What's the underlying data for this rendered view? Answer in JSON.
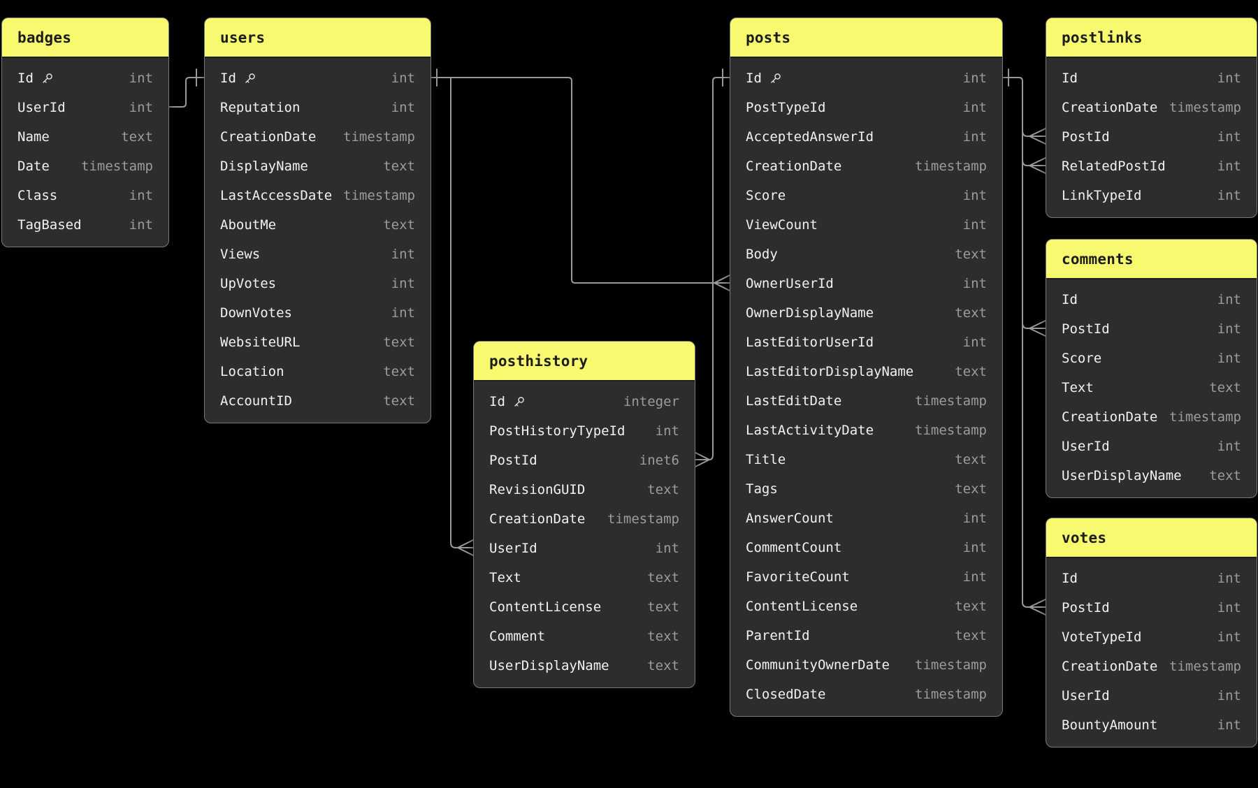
{
  "colors": {
    "background": "#000000",
    "table_header": "#f7f96e",
    "table_body": "#2d2d2d",
    "table_border": "#7a7a7a",
    "header_text": "#1c1c1c",
    "column_text": "#f2f2f2",
    "type_text": "#9c9c9c",
    "connector": "#9a9a9a"
  },
  "tables": {
    "badges": {
      "title": "badges",
      "columns": [
        {
          "name": "Id",
          "type": "int",
          "pk": true
        },
        {
          "name": "UserId",
          "type": "int"
        },
        {
          "name": "Name",
          "type": "text"
        },
        {
          "name": "Date",
          "type": "timestamp"
        },
        {
          "name": "Class",
          "type": "int"
        },
        {
          "name": "TagBased",
          "type": "int"
        }
      ]
    },
    "users": {
      "title": "users",
      "columns": [
        {
          "name": "Id",
          "type": "int",
          "pk": true
        },
        {
          "name": "Reputation",
          "type": "int"
        },
        {
          "name": "CreationDate",
          "type": "timestamp"
        },
        {
          "name": "DisplayName",
          "type": "text"
        },
        {
          "name": "LastAccessDate",
          "type": "timestamp"
        },
        {
          "name": "AboutMe",
          "type": "text"
        },
        {
          "name": "Views",
          "type": "int"
        },
        {
          "name": "UpVotes",
          "type": "int"
        },
        {
          "name": "DownVotes",
          "type": "int"
        },
        {
          "name": "WebsiteURL",
          "type": "text"
        },
        {
          "name": "Location",
          "type": "text"
        },
        {
          "name": "AccountID",
          "type": "text"
        }
      ]
    },
    "posthistory": {
      "title": "posthistory",
      "columns": [
        {
          "name": "Id",
          "type": "integer",
          "pk": true
        },
        {
          "name": "PostHistoryTypeId",
          "type": "int"
        },
        {
          "name": "PostId",
          "type": "inet6"
        },
        {
          "name": "RevisionGUID",
          "type": "text"
        },
        {
          "name": "CreationDate",
          "type": "timestamp"
        },
        {
          "name": "UserId",
          "type": "int"
        },
        {
          "name": "Text",
          "type": "text"
        },
        {
          "name": "ContentLicense",
          "type": "text"
        },
        {
          "name": "Comment",
          "type": "text"
        },
        {
          "name": "UserDisplayName",
          "type": "text"
        }
      ]
    },
    "posts": {
      "title": "posts",
      "columns": [
        {
          "name": "Id",
          "type": "int",
          "pk": true
        },
        {
          "name": "PostTypeId",
          "type": "int"
        },
        {
          "name": "AcceptedAnswerId",
          "type": "int"
        },
        {
          "name": "CreationDate",
          "type": "timestamp"
        },
        {
          "name": "Score",
          "type": "int"
        },
        {
          "name": "ViewCount",
          "type": "int"
        },
        {
          "name": "Body",
          "type": "text"
        },
        {
          "name": "OwnerUserId",
          "type": "int"
        },
        {
          "name": "OwnerDisplayName",
          "type": "text"
        },
        {
          "name": "LastEditorUserId",
          "type": "int"
        },
        {
          "name": "LastEditorDisplayName",
          "type": "text"
        },
        {
          "name": "LastEditDate",
          "type": "timestamp"
        },
        {
          "name": "LastActivityDate",
          "type": "timestamp"
        },
        {
          "name": "Title",
          "type": "text"
        },
        {
          "name": "Tags",
          "type": "text"
        },
        {
          "name": "AnswerCount",
          "type": "int"
        },
        {
          "name": "CommentCount",
          "type": "int"
        },
        {
          "name": "FavoriteCount",
          "type": "int"
        },
        {
          "name": "ContentLicense",
          "type": "text"
        },
        {
          "name": "ParentId",
          "type": "text"
        },
        {
          "name": "CommunityOwnerDate",
          "type": "timestamp"
        },
        {
          "name": "ClosedDate",
          "type": "timestamp"
        }
      ]
    },
    "postlinks": {
      "title": "postlinks",
      "columns": [
        {
          "name": "Id",
          "type": "int"
        },
        {
          "name": "CreationDate",
          "type": "timestamp"
        },
        {
          "name": "PostId",
          "type": "int"
        },
        {
          "name": "RelatedPostId",
          "type": "int"
        },
        {
          "name": "LinkTypeId",
          "type": "int"
        }
      ]
    },
    "comments": {
      "title": "comments",
      "columns": [
        {
          "name": "Id",
          "type": "int"
        },
        {
          "name": "PostId",
          "type": "int"
        },
        {
          "name": "Score",
          "type": "int"
        },
        {
          "name": "Text",
          "type": "text"
        },
        {
          "name": "CreationDate",
          "type": "timestamp"
        },
        {
          "name": "UserId",
          "type": "int"
        },
        {
          "name": "UserDisplayName",
          "type": "text"
        }
      ]
    },
    "votes": {
      "title": "votes",
      "columns": [
        {
          "name": "Id",
          "type": "int"
        },
        {
          "name": "PostId",
          "type": "int"
        },
        {
          "name": "VoteTypeId",
          "type": "int"
        },
        {
          "name": "CreationDate",
          "type": "timestamp"
        },
        {
          "name": "UserId",
          "type": "int"
        },
        {
          "name": "BountyAmount",
          "type": "int"
        }
      ]
    }
  },
  "relationships": [
    {
      "many": "badges.UserId",
      "one": "users.Id"
    },
    {
      "many": "posts.OwnerUserId",
      "one": "users.Id"
    },
    {
      "many": "posthistory.UserId",
      "one": "users.Id"
    },
    {
      "many": "posthistory.PostId",
      "one": "posts.Id"
    },
    {
      "many": "postlinks.PostId",
      "one": "posts.Id"
    },
    {
      "many": "postlinks.RelatedPostId",
      "one": "posts.Id"
    },
    {
      "many": "comments.PostId",
      "one": "posts.Id"
    },
    {
      "many": "votes.PostId",
      "one": "posts.Id"
    }
  ]
}
